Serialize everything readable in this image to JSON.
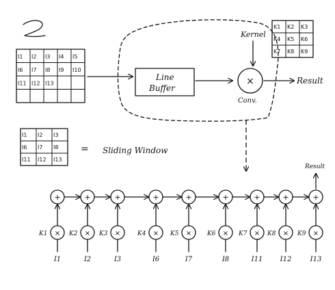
{
  "diagram": {
    "image_grid": {
      "cells": [
        [
          "I1",
          "I2",
          "I3",
          "I4",
          "I5"
        ],
        [
          "I6",
          "I7",
          "I8",
          "I9",
          "I10"
        ],
        [
          "I11",
          "I12",
          "I13",
          "",
          ""
        ],
        [
          "",
          "",
          "",
          "",
          ""
        ]
      ]
    },
    "line_buffer": {
      "label_line1": "Line",
      "label_line2": "Buffer"
    },
    "kernel": {
      "label": "Kernel",
      "cells": [
        [
          "K1",
          "K2",
          "K3"
        ],
        [
          "K4",
          "K5",
          "K6"
        ],
        [
          "K7",
          "K8",
          "K9"
        ]
      ]
    },
    "convolution": {
      "symbol": "×",
      "label": "Conv."
    },
    "result_label": "Result",
    "sliding_window": {
      "cells": [
        [
          "I1",
          "I2",
          "I3"
        ],
        [
          "I6",
          "I7",
          "I8"
        ],
        [
          "I11",
          "I12",
          "I13"
        ]
      ],
      "equals": "=",
      "label": "Sliding Window"
    },
    "pipeline": {
      "adder_symbol": "+",
      "multiplier_symbol": "×",
      "result_label": "Result",
      "stages": [
        {
          "kernel": "K1",
          "input": "I1"
        },
        {
          "kernel": "K2",
          "input": "I2"
        },
        {
          "kernel": "K3",
          "input": "I3"
        },
        {
          "kernel": "K4",
          "input": "I6"
        },
        {
          "kernel": "K5",
          "input": "I7"
        },
        {
          "kernel": "K6",
          "input": "I8"
        },
        {
          "kernel": "K7",
          "input": "I11"
        },
        {
          "kernel": "K8",
          "input": "I12"
        },
        {
          "kernel": "K9",
          "input": "I13"
        }
      ]
    }
  }
}
